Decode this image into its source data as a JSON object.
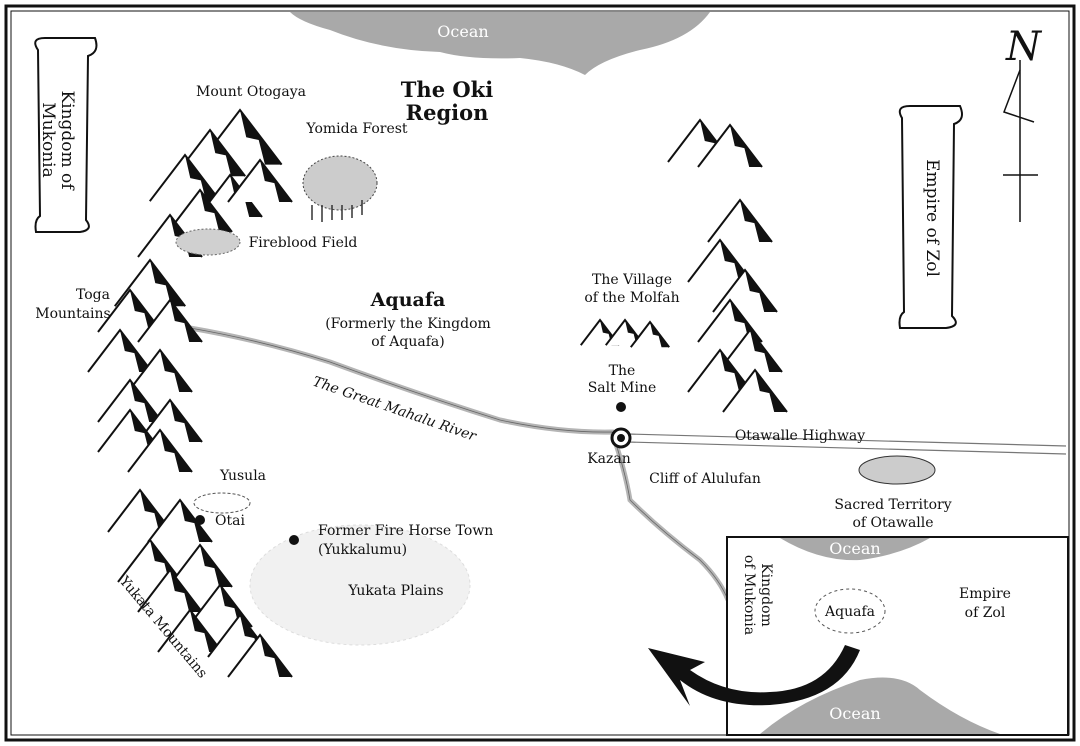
{
  "map": {
    "title_region": [
      "The Oki",
      "Region"
    ],
    "ocean_top": "Ocean",
    "kingdom_left": [
      "Kingdom of",
      "Mukonia"
    ],
    "empire_right": "Empire of Zol",
    "compass_letter": "N",
    "mount_otogaya": "Mount Otogaya",
    "yomida_forest": "Yomida Forest",
    "fireblood_field": "Fireblood Field",
    "toga_mountains": [
      "Toga",
      "Mountains"
    ],
    "aquafa": "Aquafa",
    "aquafa_sub": [
      "(Formerly the Kingdom",
      "of Aquafa)"
    ],
    "river": "The Great Mahalu River",
    "village": [
      "The Village",
      "of the Molfah"
    ],
    "salt_mine": [
      "The",
      "Salt Mine"
    ],
    "kazan": "Kazan",
    "highway": "Otawalle Highway",
    "cliff": "Cliff of Alulufan",
    "sacred": [
      "Sacred Territory",
      "of Otawalle"
    ],
    "yusula": "Yusula",
    "otai": "Otai",
    "fire_horse_town": [
      "Former Fire Horse Town",
      "(Yukkalumu)"
    ],
    "yukata_plains": "Yukata Plains",
    "yukata_mountains": "Yukata Mountains"
  },
  "inset": {
    "ocean_top": "Ocean",
    "ocean_bottom": "Ocean",
    "kingdom": [
      "Kingdom",
      "of Mukonia"
    ],
    "aquafa": "Aquafa",
    "empire": [
      "Empire",
      "of Zol"
    ]
  },
  "colors": {
    "ocean": "#a9a9a9",
    "river": "#b5b5b5",
    "ink": "#111111"
  }
}
